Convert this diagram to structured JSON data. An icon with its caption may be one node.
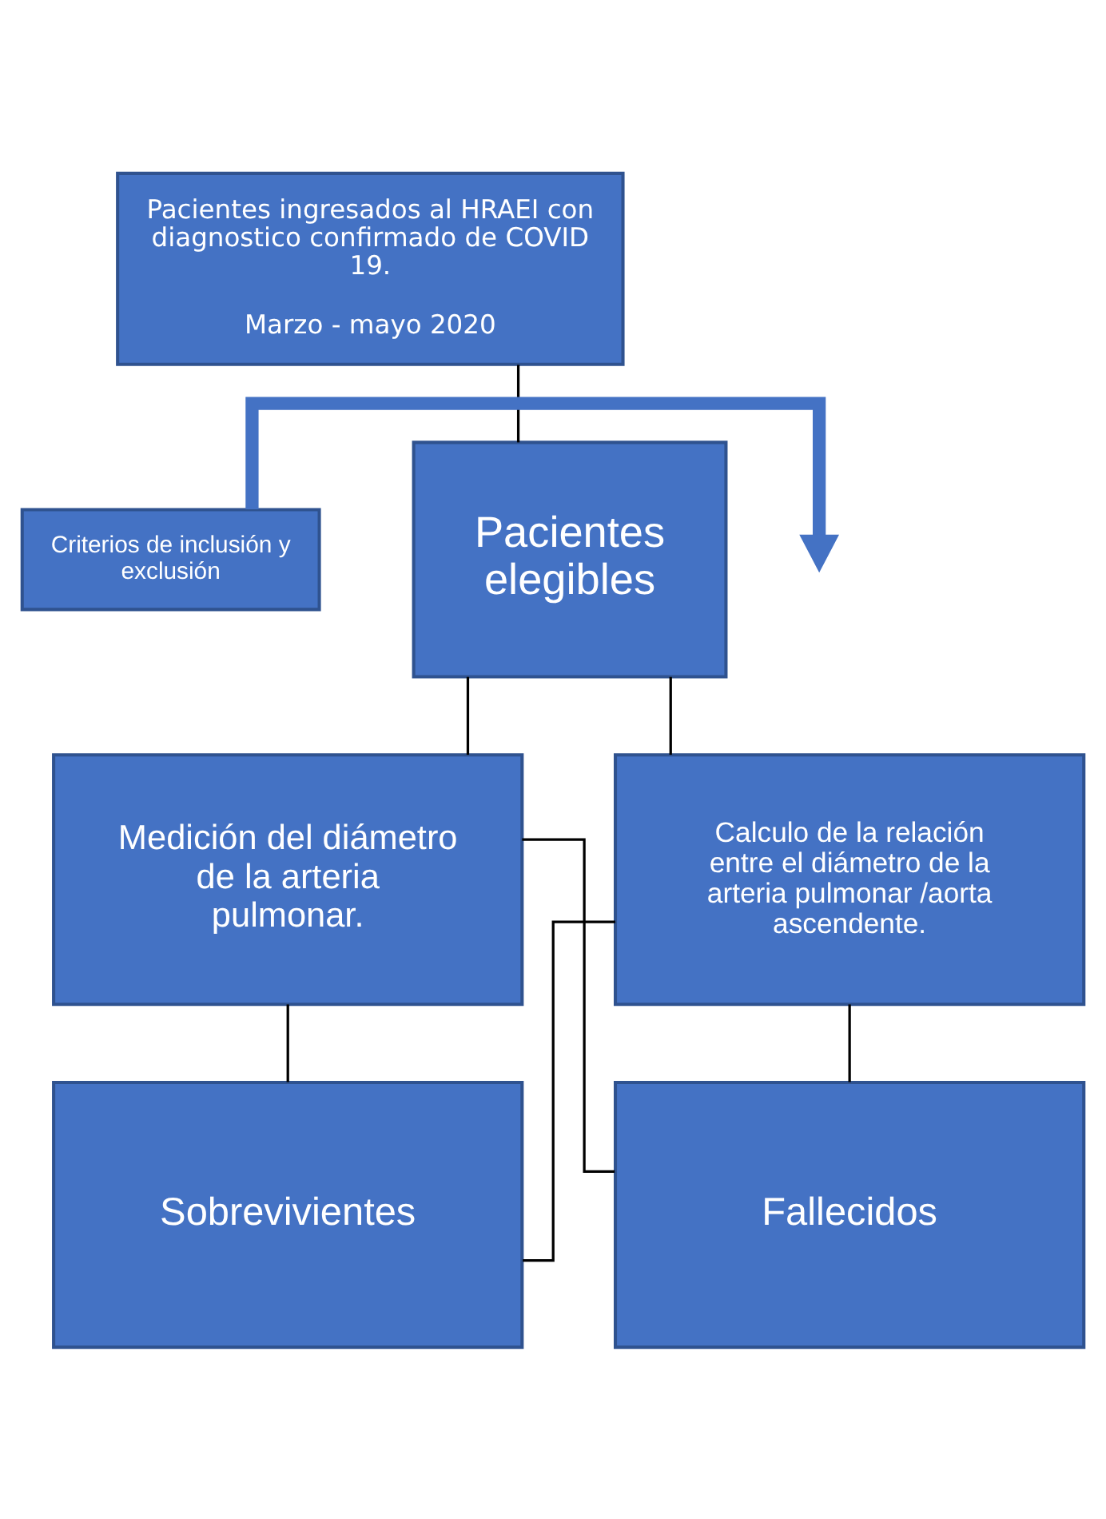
{
  "diagram": {
    "nodes": [
      {
        "text": [
          "Pacientes ingresados al HRAEI con diagnostico confirmado de COVID 19.",
          "Marzo - mayo 2020"
        ]
      },
      {
        "text": [
          "Criterios de inclusión y exclusión"
        ]
      },
      {
        "text": [
          "Pacientes elegibles"
        ]
      },
      {
        "text": [
          "Medición del diámetro de la arteria pulmonar."
        ]
      },
      {
        "text": [
          "Calculo de la relación entre el diámetro de la arteria pulmonar /aorta ascendente."
        ]
      },
      {
        "text": [
          "Sobrevivientes"
        ]
      },
      {
        "text": [
          "Fallecidos"
        ]
      }
    ],
    "edges": [
      {
        "from": 0,
        "to": 2,
        "arrow": "none"
      },
      {
        "from": 1,
        "to": null,
        "arrow": "to",
        "style": "thick",
        "color": "#4472c4"
      },
      {
        "from": 2,
        "to": 3,
        "arrow": "none"
      },
      {
        "from": 2,
        "to": 4,
        "arrow": "none"
      },
      {
        "from": 3,
        "to": 5,
        "arrow": "none"
      },
      {
        "from": 3,
        "to": 6,
        "arrow": "none"
      },
      {
        "from": 4,
        "to": 5,
        "arrow": "none"
      },
      {
        "from": 4,
        "to": 6,
        "arrow": "none"
      }
    ]
  }
}
